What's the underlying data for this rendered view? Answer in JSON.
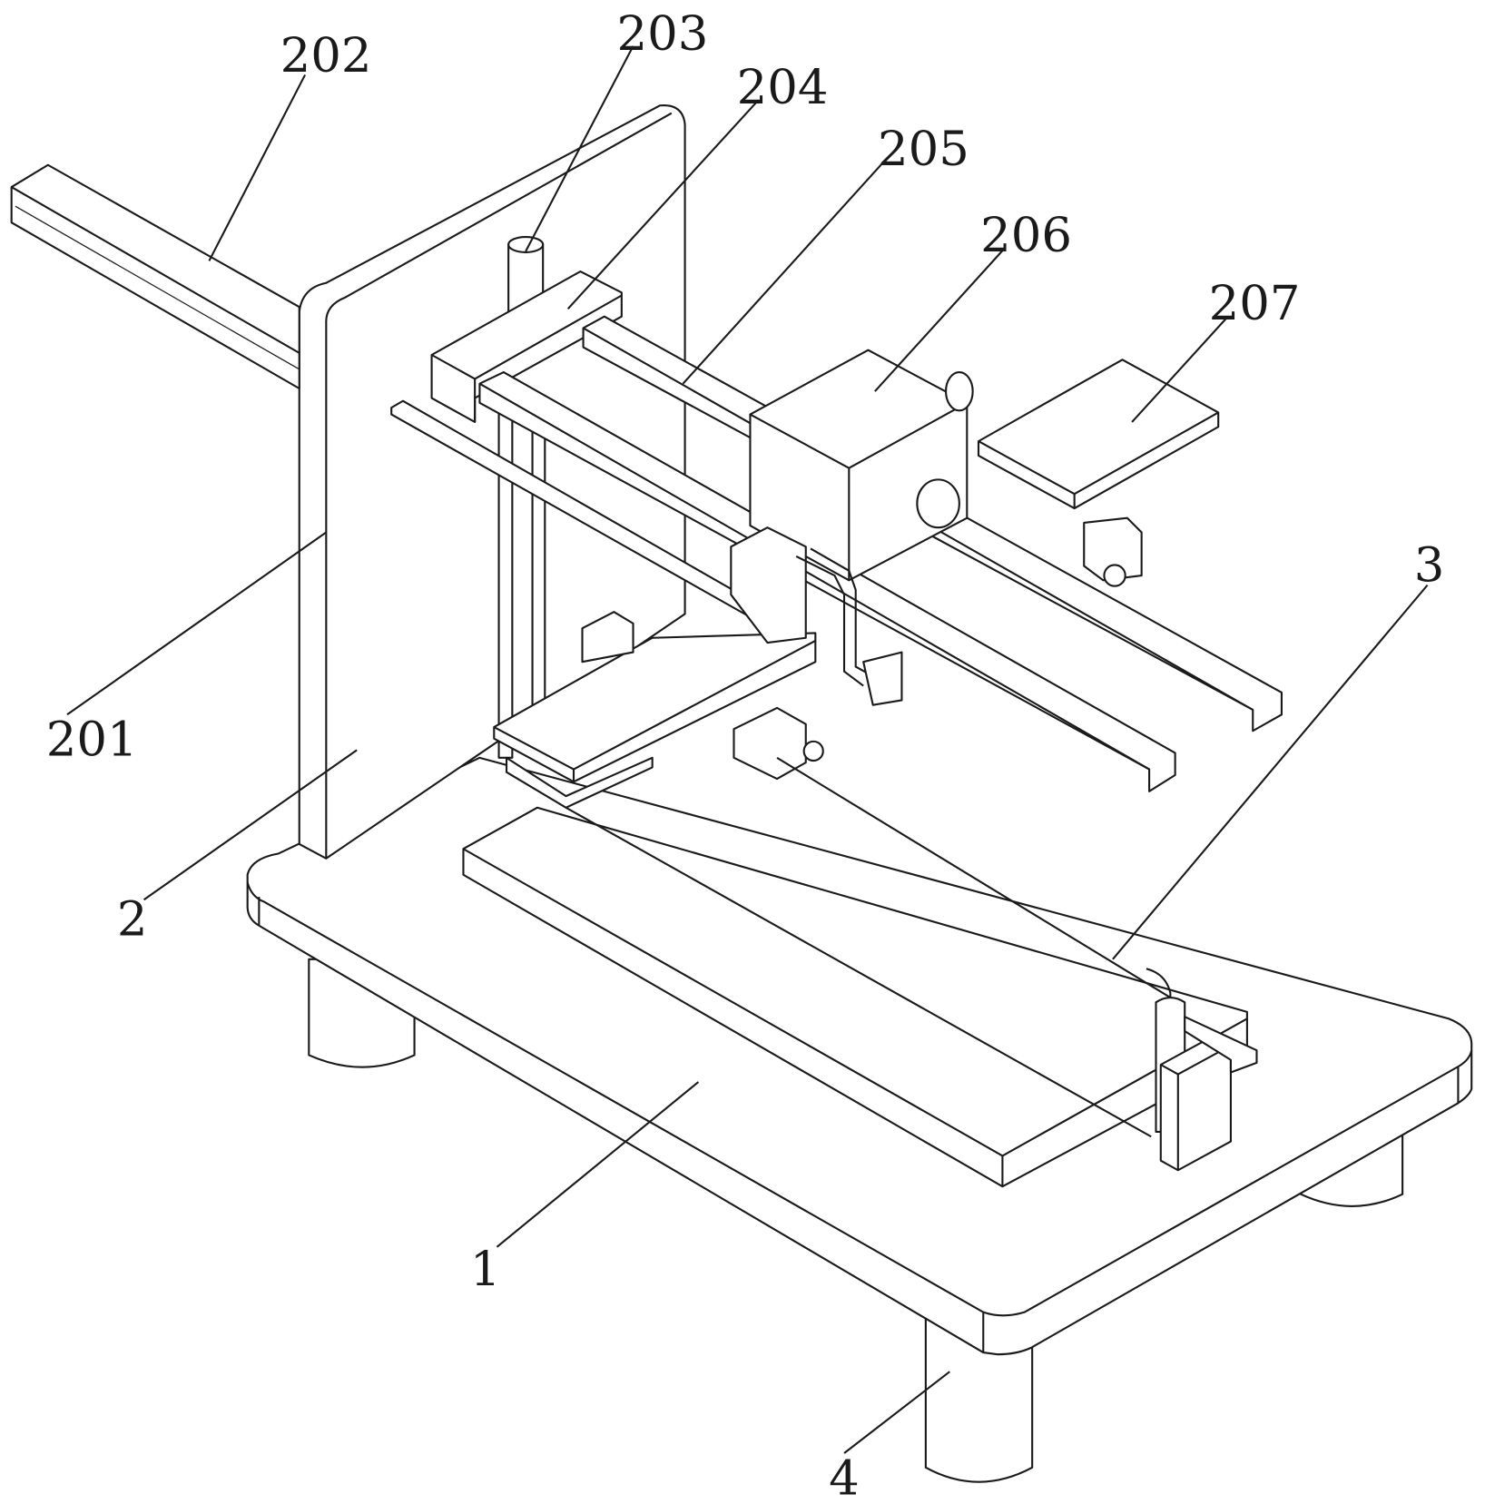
{
  "figure": {
    "labels": {
      "l202": "202",
      "l203": "203",
      "l204": "204",
      "l205": "205",
      "l206": "206",
      "l207": "207",
      "l3": "3",
      "l201": "201",
      "l2": "2",
      "l1": "1",
      "l4": "4"
    }
  }
}
